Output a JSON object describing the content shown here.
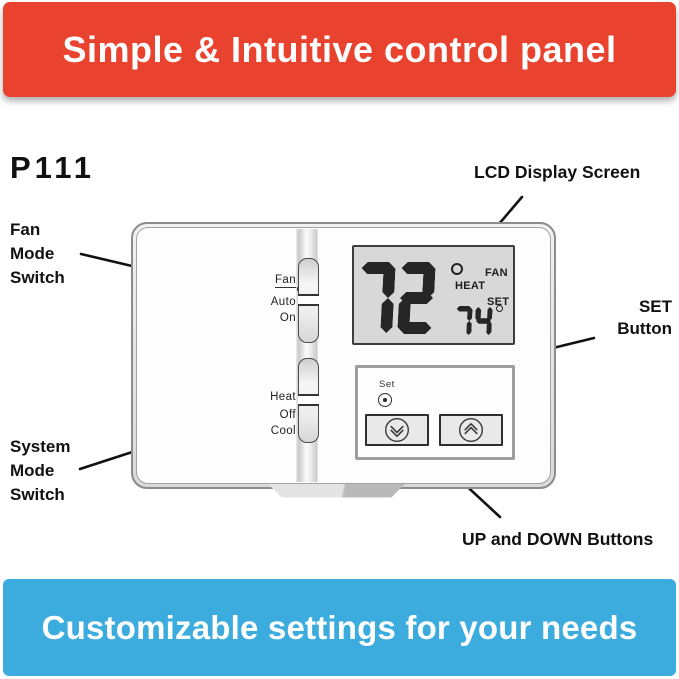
{
  "banner_top": {
    "text": "Simple & Intuitive control panel",
    "bg_color": "#E9432F",
    "text_color": "#FFFFFF"
  },
  "banner_bottom": {
    "text": "Customizable settings for your needs",
    "bg_color": "#3CACDF",
    "text_color": "#FFFFFF"
  },
  "model_label": "P111",
  "callouts": {
    "fan_mode_switch": {
      "lines": [
        "Fan",
        "Mode",
        "Switch"
      ]
    },
    "system_mode_switch": {
      "lines": [
        "System",
        "Mode",
        "Switch"
      ]
    },
    "lcd_display": {
      "text": "LCD Display Screen"
    },
    "set_button": {
      "lines": [
        "SET",
        "Button"
      ]
    },
    "up_down_buttons": {
      "text": "UP and DOWN Buttons"
    }
  },
  "thermostat": {
    "fan_switch": {
      "group_label": "Fan",
      "options": [
        "Auto",
        "On"
      ],
      "selected": "Auto"
    },
    "system_switch": {
      "options": [
        "Heat",
        "Off",
        "Cool"
      ],
      "selected": "Heat"
    },
    "lcd": {
      "bg_color": "#D8D8D8",
      "current_temp": "72",
      "current_temp_unit": "°",
      "set_temp": "74",
      "set_temp_unit": "°",
      "fan_indicator": "FAN",
      "mode_indicator": "HEAT",
      "set_indicator": "SET"
    },
    "button_panel": {
      "set_label": "Set",
      "set_icon": "target-dot-icon",
      "down_icon": "chevron-down-icon",
      "up_icon": "chevron-up-icon"
    }
  }
}
